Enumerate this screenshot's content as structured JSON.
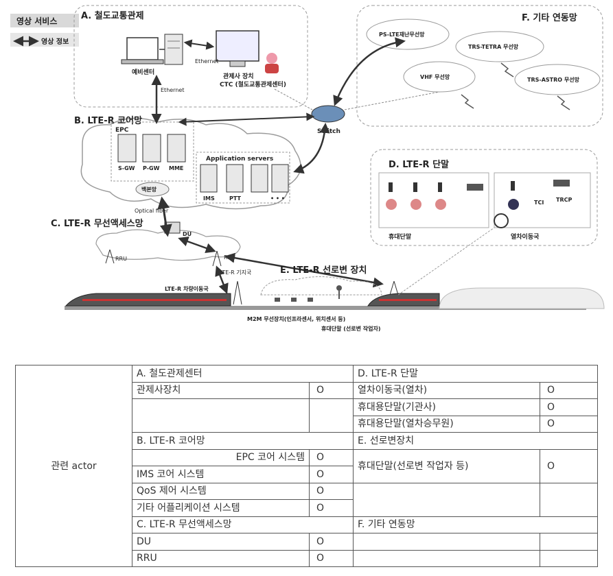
{
  "legend": {
    "video_service": "영상 서비스",
    "video_info": "영상 정보"
  },
  "groups": {
    "a": "A. 철도교통관제",
    "b": "B. LTE-R 코어망",
    "c": "C. LTE-R 무선액세스망",
    "d": "D. LTE-R 단말",
    "e": "E. LTE-R 선로변 장치",
    "f": "F. 기타 연동망"
  },
  "labels": {
    "backup_center": "예비센터",
    "ethernet_1": "Ethernet",
    "ethernet_2": "Ethernet",
    "controller": "관제사 장치",
    "ctc": "CTC (철도교통관제센터)",
    "switch": "Switch",
    "epc": "EPC",
    "sgw": "S-GW",
    "pgw": "P-GW",
    "mme": "MME",
    "app_servers": "Application servers",
    "ims": "IMS",
    "ptt": "PTT",
    "dots": "• • •",
    "backhaul": "백본망",
    "optical": "Optical fiber",
    "du": "DU",
    "rru_1": "RRU",
    "rru_2": "RRU",
    "lte_r_base": "LTE-R 기지국",
    "lte_r_mobile": "LTE-R 차량이동국",
    "m2m": "M2M 무선장치(인프라센서, 위치센서 등)",
    "handheld_worker": "휴대단말 (선로변 작업자)",
    "ps_lte": "PS-LTE재난무선망",
    "trs_tetra": "TRS-TETRA 무선망",
    "vhf": "VHF 무선망",
    "trs_astro": "TRS-ASTRO 무선망",
    "handheld": "휴대단말",
    "train_mobile": "열차이동국",
    "tci": "TCI",
    "trcp": "TRCP"
  },
  "table": {
    "actor_label": "관련 actor",
    "o": "O",
    "a_header": "A. 철도관제센터",
    "a_1": "관제사장치",
    "b_header": "B. LTE-R 코어망",
    "b_1": "EPC 코어 시스템",
    "b_2": "IMS 코어 시스템",
    "b_3": "QoS 제어 시스템",
    "b_4": "기타 어플리케이션 시스템",
    "c_header": "C. LTE-R 무선액세스망",
    "c_1": "DU",
    "c_2": "RRU",
    "d_header": "D. LTE-R 단말",
    "d_1": "열차이동국(열차)",
    "d_2": "휴대용단말(기관사)",
    "d_3": "휴대용단말(열차승무원)",
    "e_header": "E. 선로변장치",
    "e_1": "휴대단말(선로변 작업자 등)",
    "f_header": "F. 기타 연동망"
  },
  "colors": {
    "line": "#333333",
    "dash": "#888888",
    "cloud": "#9a9a9a"
  }
}
